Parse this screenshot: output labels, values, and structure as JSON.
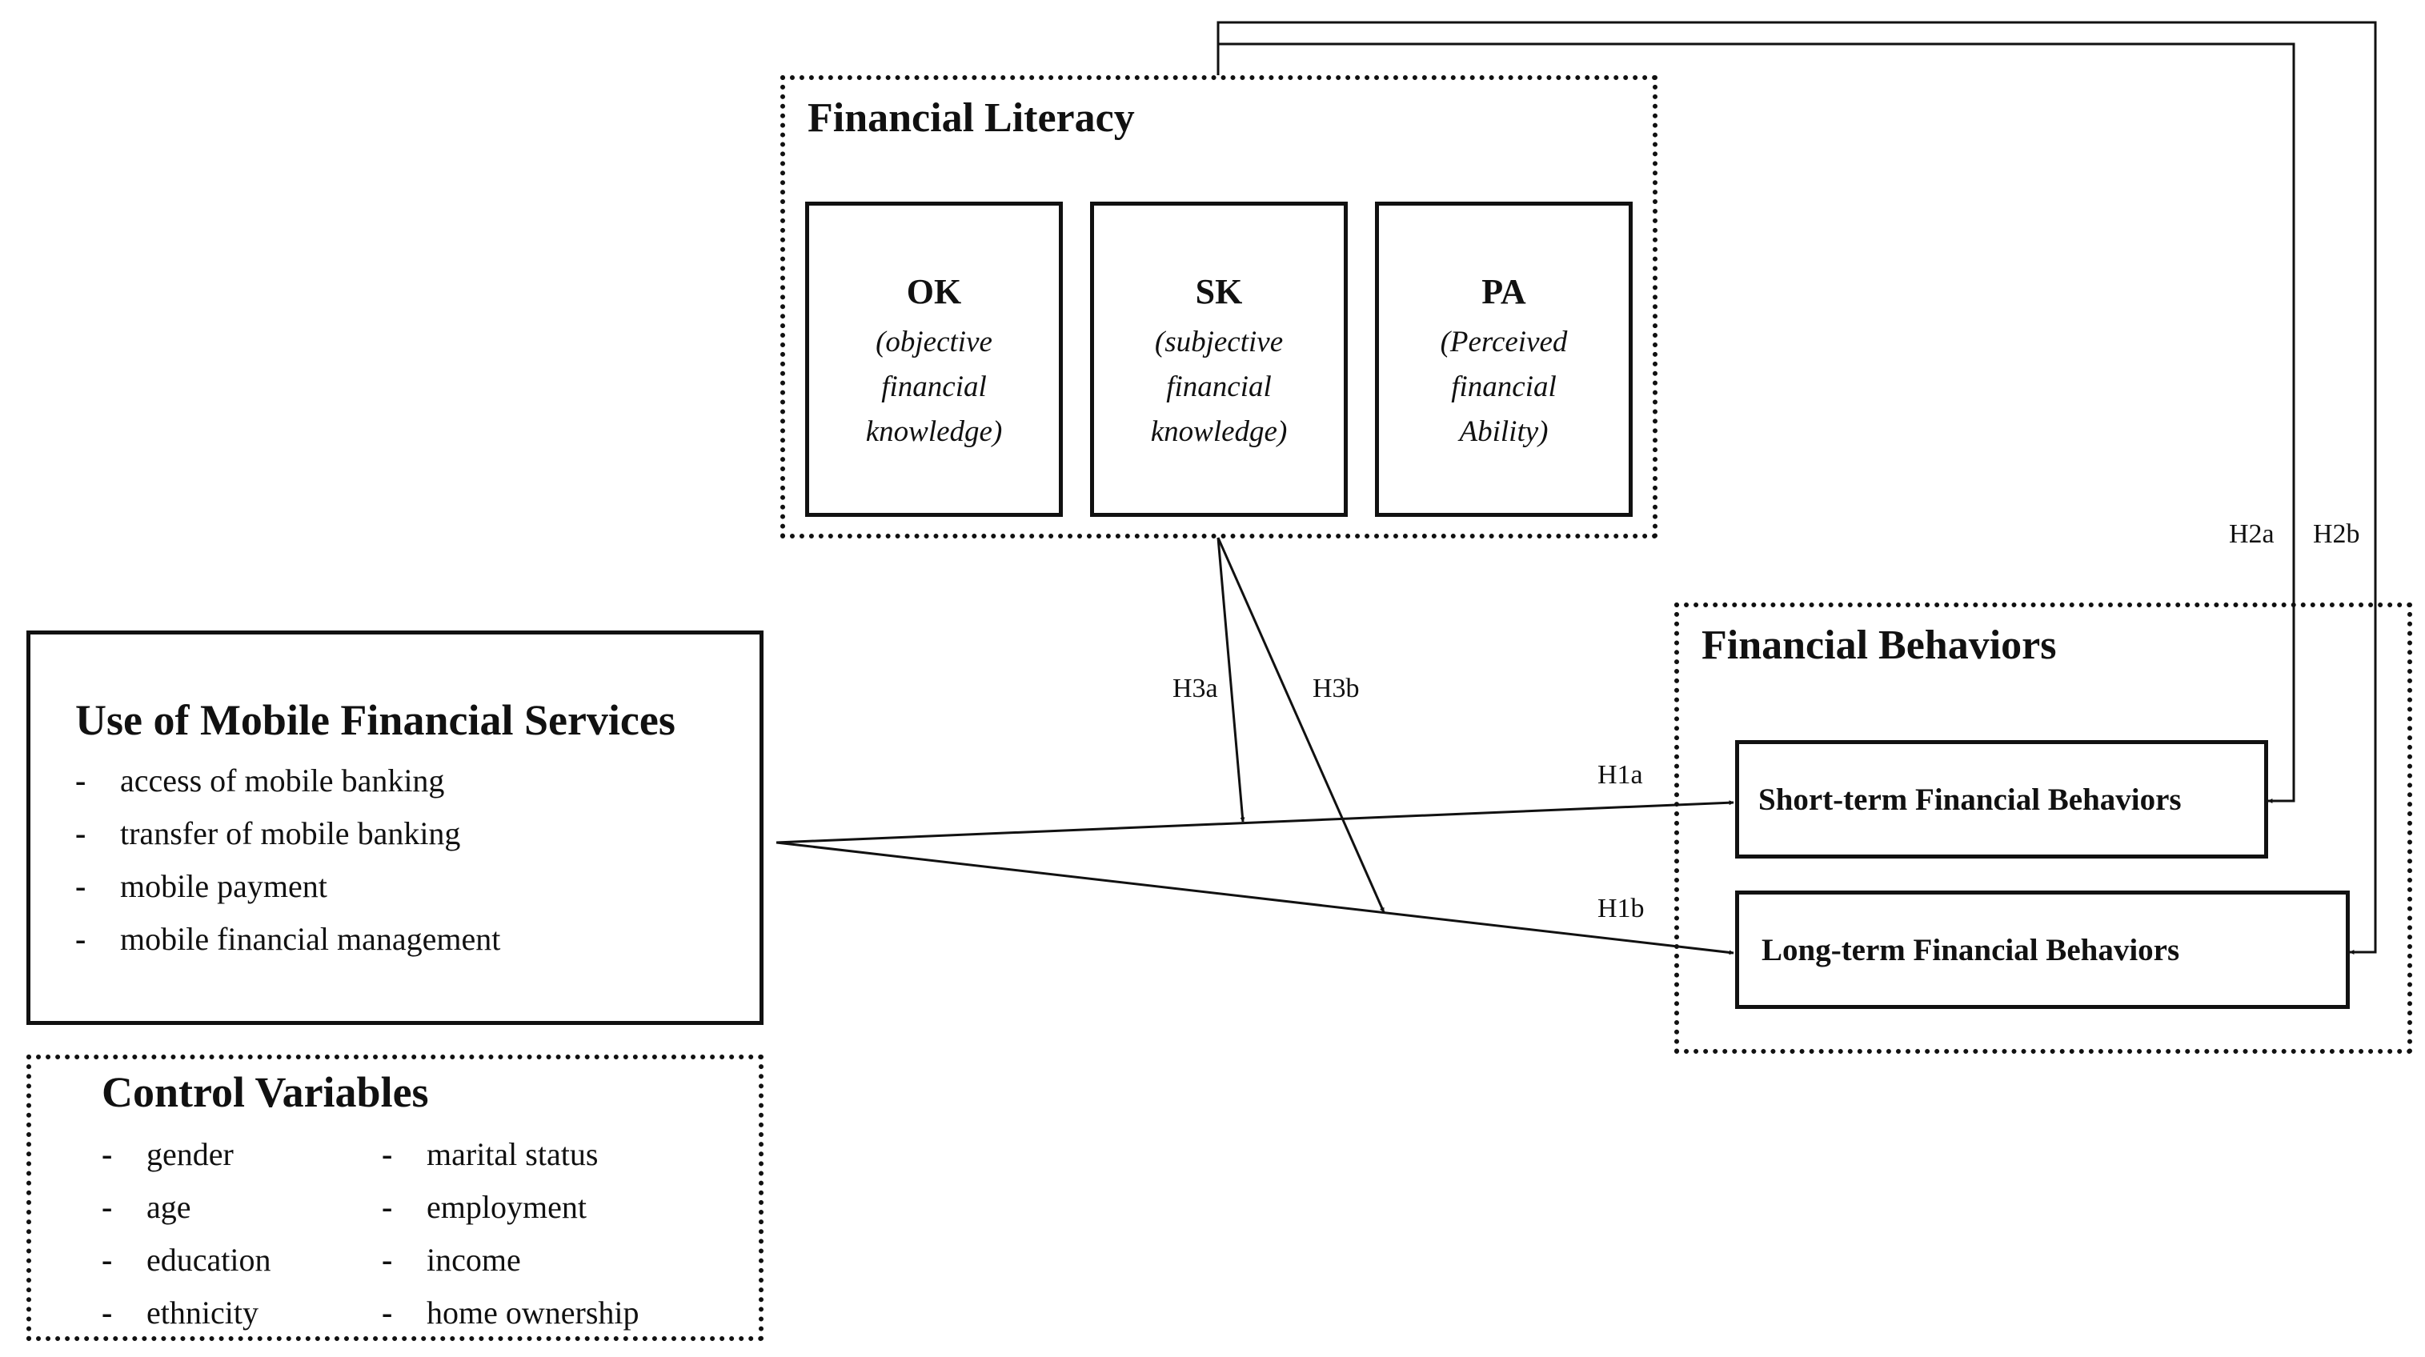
{
  "financial_literacy": {
    "title": "Financial Literacy",
    "components": [
      {
        "abbr": "OK",
        "desc": [
          "(objective",
          "financial",
          "knowledge)"
        ]
      },
      {
        "abbr": "SK",
        "desc": [
          "(subjective",
          "financial",
          "knowledge)"
        ]
      },
      {
        "abbr": "PA",
        "desc": [
          "(Perceived",
          "financial",
          "Ability)"
        ]
      }
    ]
  },
  "mobile_services": {
    "title": "Use of Mobile Financial Services",
    "items": [
      "access of mobile banking",
      "transfer of mobile banking",
      "mobile payment",
      "mobile financial management"
    ]
  },
  "control_variables": {
    "title": "Control Variables",
    "left": [
      "gender",
      "age",
      "education",
      "ethnicity"
    ],
    "right": [
      "marital status",
      "employment",
      "income",
      "home ownership"
    ]
  },
  "financial_behaviors": {
    "title": "Financial Behaviors",
    "short_term": "Short-term Financial Behaviors",
    "long_term": "Long-term Financial Behaviors"
  },
  "hypotheses": {
    "h1a": "H1a",
    "h1b": "H1b",
    "h2a": "H2a",
    "h2b": "H2b",
    "h3a": "H3a",
    "h3b": "H3b"
  }
}
